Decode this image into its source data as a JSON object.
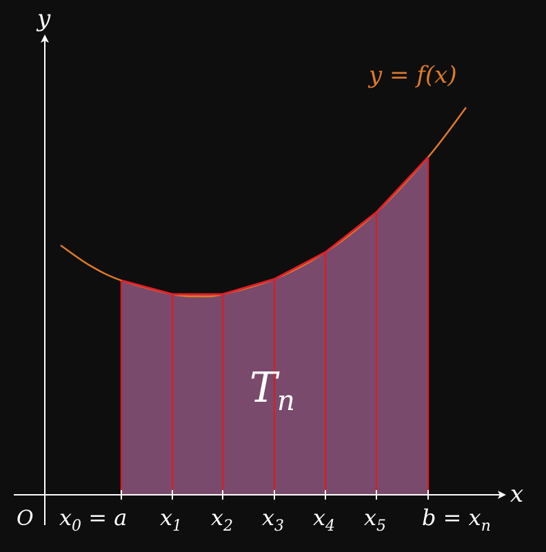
{
  "colors": {
    "background": "#0e0e0e",
    "axes": "#ffffff",
    "curve": "#e07a2a",
    "trapezoid_fill": "#7a4a6c",
    "trapezoid_edge": "#e0202a",
    "label": "#ffffff"
  },
  "labels": {
    "y_axis": "y",
    "x_axis": "x",
    "origin": "O",
    "curve": "y = f(x)",
    "area_main": "T",
    "area_sub": "n",
    "ticks": [
      {
        "main": "x",
        "sub": "0",
        "suffix": "= a"
      },
      {
        "main": "x",
        "sub": "1",
        "suffix": ""
      },
      {
        "main": "x",
        "sub": "2",
        "suffix": ""
      },
      {
        "main": "x",
        "sub": "3",
        "suffix": ""
      },
      {
        "main": "x",
        "sub": "4",
        "suffix": ""
      },
      {
        "main": "x",
        "sub": "5",
        "suffix": ""
      },
      {
        "main": "b =",
        "sub": "n",
        "suffix": "",
        "tail": "x"
      }
    ]
  }
}
